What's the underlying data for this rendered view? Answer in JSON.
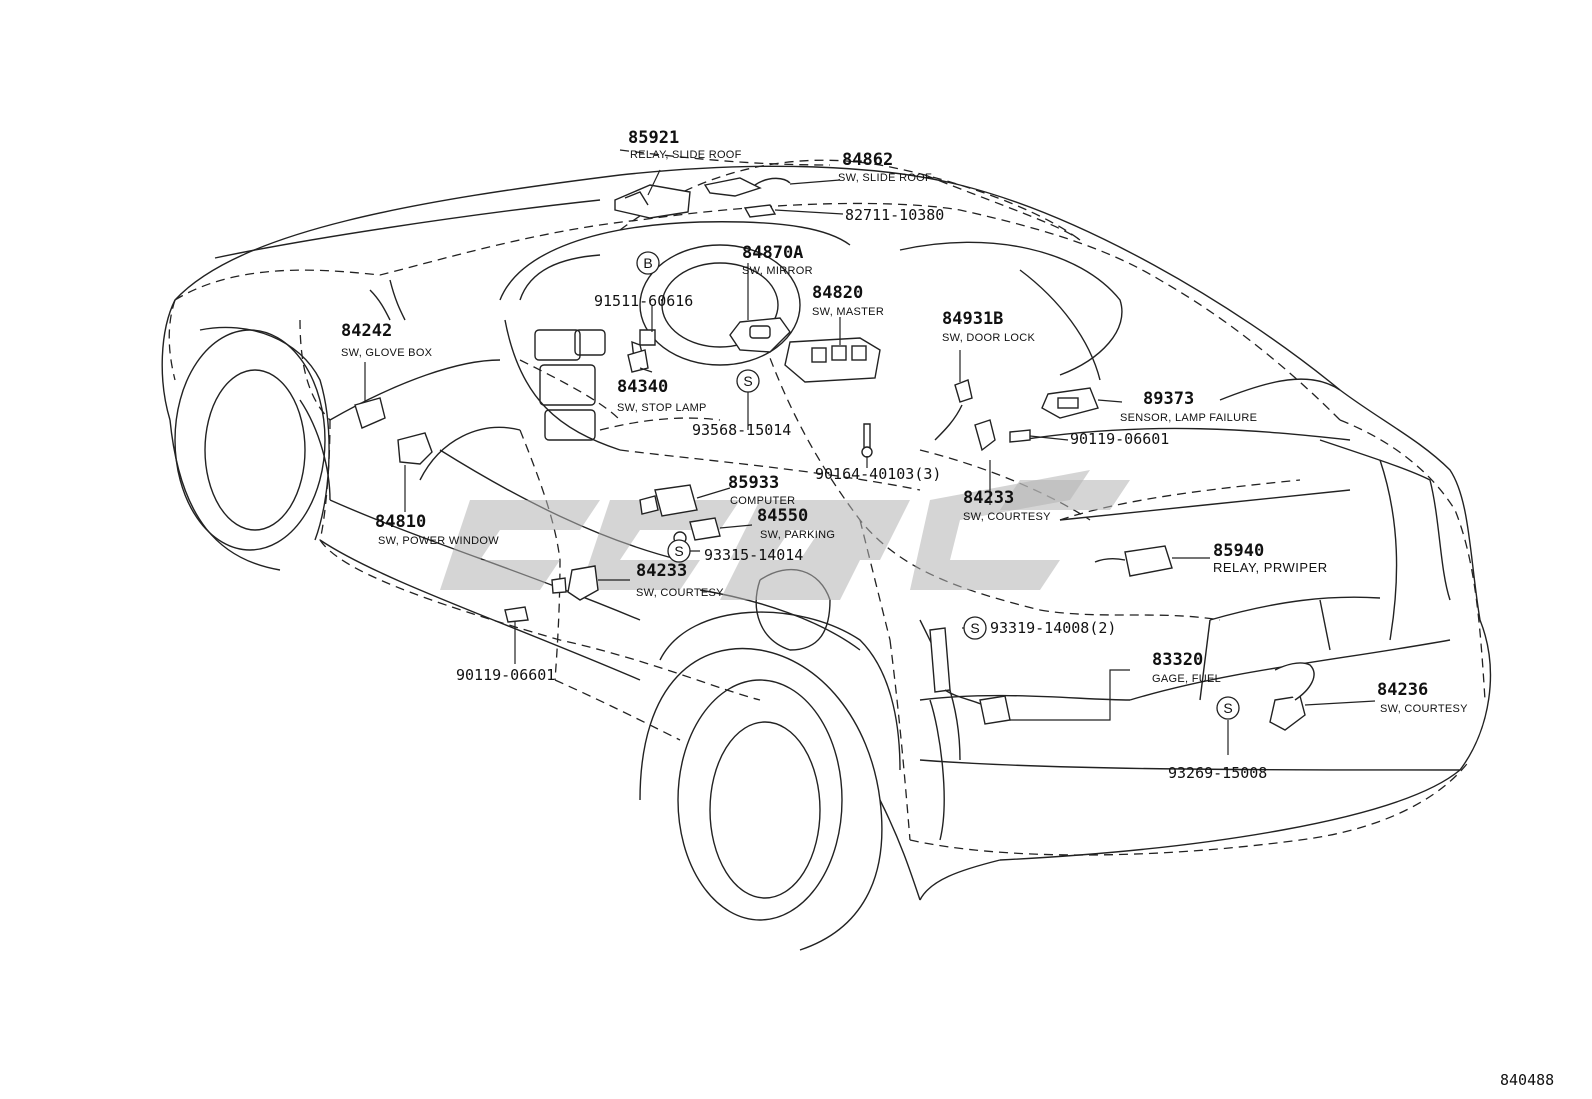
{
  "diagram_id": "840488",
  "watermark_text": "CCOC",
  "callouts": [
    {
      "id": "c-85921",
      "number": "85921",
      "desc": "RELAY, SLIDE ROOF"
    },
    {
      "id": "c-84862",
      "number": "84862",
      "desc": "SW, SLIDE ROOF"
    },
    {
      "id": "c-82711",
      "number": "82711-10380",
      "desc": ""
    },
    {
      "id": "c-84870A",
      "number": "84870A",
      "desc": "SW, MIRROR"
    },
    {
      "id": "c-91511",
      "number": "91511-60616",
      "desc": ""
    },
    {
      "id": "c-84820",
      "number": "84820",
      "desc": "SW, MASTER"
    },
    {
      "id": "c-84931B",
      "number": "84931B",
      "desc": "SW, DOOR LOCK"
    },
    {
      "id": "c-84242",
      "number": "84242",
      "desc": "SW, GLOVE BOX"
    },
    {
      "id": "c-84340",
      "number": "84340",
      "desc": "SW, STOP LAMP"
    },
    {
      "id": "c-89373",
      "number": "89373",
      "desc": "SENSOR, LAMP FAILURE"
    },
    {
      "id": "c-93568",
      "number": "93568-15014",
      "desc": ""
    },
    {
      "id": "c-90119a",
      "number": "90119-06601",
      "desc": ""
    },
    {
      "id": "c-90164",
      "number": "90164-40103(3)",
      "desc": ""
    },
    {
      "id": "c-85933",
      "number": "85933",
      "desc": "COMPUTER"
    },
    {
      "id": "c-84233a",
      "number": "84233",
      "desc": "SW, COURTESY"
    },
    {
      "id": "c-84550",
      "number": "84550",
      "desc": "SW, PARKING"
    },
    {
      "id": "c-84810",
      "number": "84810",
      "desc": "SW, POWER WINDOW"
    },
    {
      "id": "c-93315",
      "number": "93315-14014",
      "desc": ""
    },
    {
      "id": "c-85940",
      "number": "85940",
      "desc": "RELAY, PRWIPER"
    },
    {
      "id": "c-84233b",
      "number": "84233",
      "desc": "SW, COURTESY"
    },
    {
      "id": "c-93319",
      "number": "93319-14008(2)",
      "desc": ""
    },
    {
      "id": "c-90119b",
      "number": "90119-06601",
      "desc": ""
    },
    {
      "id": "c-83320",
      "number": "83320",
      "desc": "GAGE, FUEL"
    },
    {
      "id": "c-84236",
      "number": "84236",
      "desc": "SW, COURTESY"
    },
    {
      "id": "c-93269",
      "number": "93269-15008",
      "desc": ""
    }
  ],
  "markers": {
    "b": "B",
    "s": "S"
  }
}
